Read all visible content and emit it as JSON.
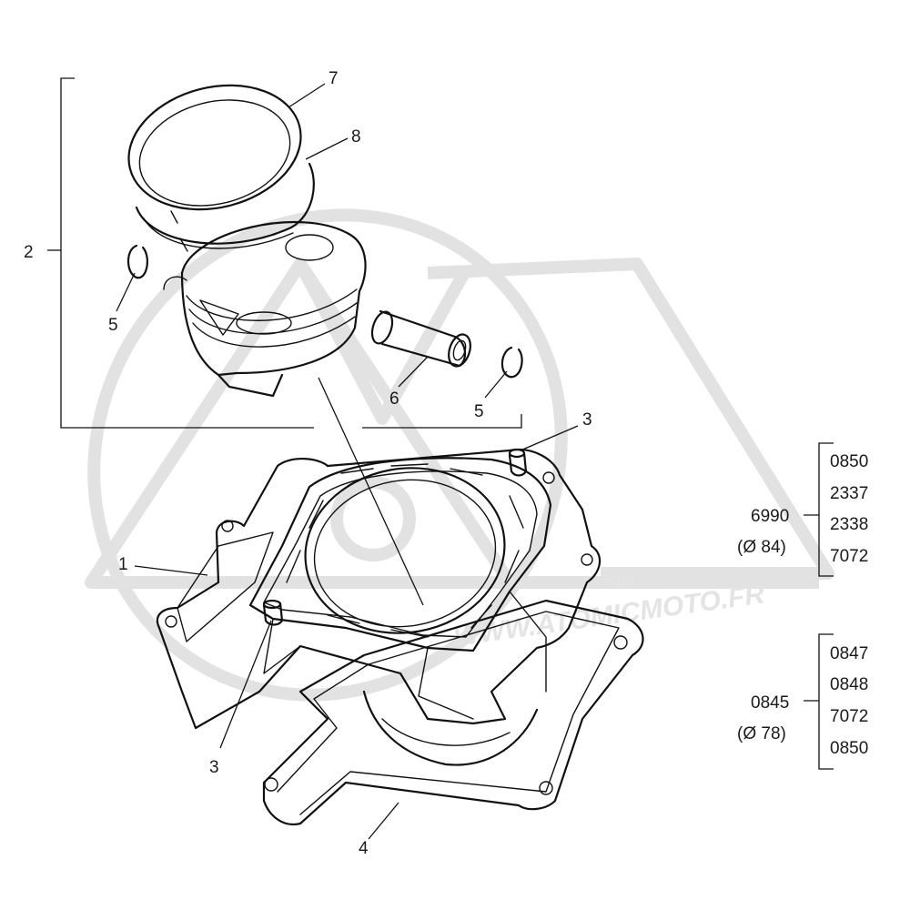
{
  "watermark": {
    "logo_text": "moto",
    "url_text": "WWW.ATOMICMOTO.FR"
  },
  "callouts": [
    {
      "id": "c7",
      "text": "7"
    },
    {
      "id": "c8",
      "text": "8"
    },
    {
      "id": "c2",
      "text": "2"
    },
    {
      "id": "c5a",
      "text": "5"
    },
    {
      "id": "c6",
      "text": "6"
    },
    {
      "id": "c5b",
      "text": "5"
    },
    {
      "id": "c3a",
      "text": "3"
    },
    {
      "id": "c1",
      "text": "1"
    },
    {
      "id": "c3b",
      "text": "3"
    },
    {
      "id": "c4",
      "text": "4"
    }
  ],
  "kit_84": {
    "code": "6990",
    "diameter": "(Ø 84)",
    "items": [
      "0850",
      "2337",
      "2338",
      "7072"
    ]
  },
  "kit_78": {
    "code": "0845",
    "diameter": "(Ø 78)",
    "items": [
      "0847",
      "0848",
      "7072",
      "0850"
    ]
  }
}
